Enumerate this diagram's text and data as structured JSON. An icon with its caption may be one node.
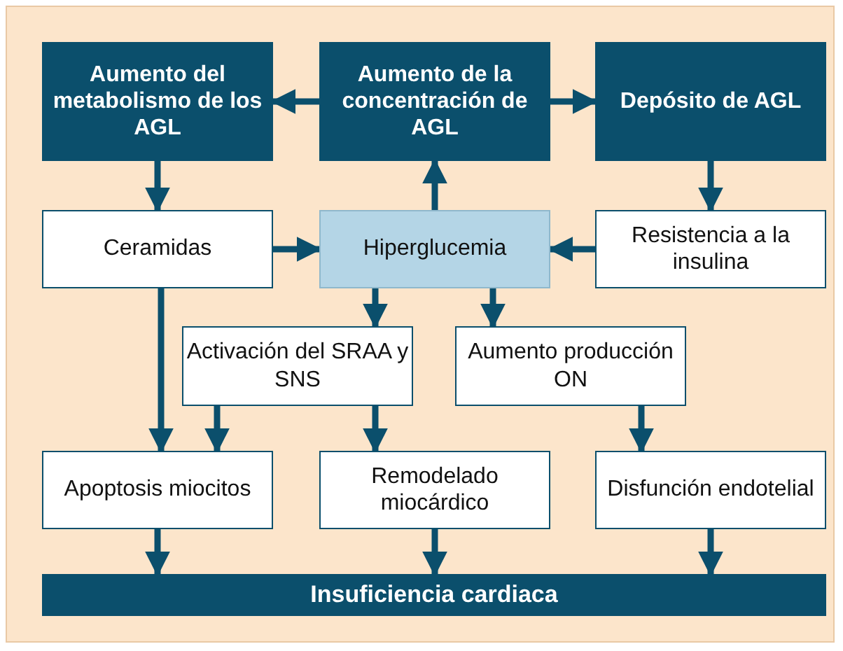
{
  "diagram": {
    "nodes": [
      {
        "text": [
          "Aumento del metabolismo de los AGL"
        ]
      },
      {
        "text": [
          "Aumento de la concentración de AGL"
        ]
      },
      {
        "text": [
          "Depósito de AGL"
        ]
      },
      {
        "text": [
          "Ceramidas"
        ]
      },
      {
        "text": [
          "Hiperglucemia"
        ]
      },
      {
        "text": [
          "Resistencia a la insulina"
        ]
      },
      {
        "text": [
          "Activación del SRAA y SNS"
        ]
      },
      {
        "text": [
          "Aumento producción ON"
        ]
      },
      {
        "text": [
          "Apoptosis miocitos"
        ]
      },
      {
        "text": [
          "Remodelado miocárdico"
        ]
      },
      {
        "text": [
          "Disfunción endotelial"
        ]
      },
      {
        "text": [
          "Insuficiencia cardiaca"
        ]
      }
    ],
    "edges": [
      {
        "from": 1,
        "to": 0,
        "arrow": "to"
      },
      {
        "from": 1,
        "to": 2,
        "arrow": "to"
      },
      {
        "from": 0,
        "to": 3,
        "arrow": "to"
      },
      {
        "from": 2,
        "to": 5,
        "arrow": "to"
      },
      {
        "from": 4,
        "to": 1,
        "arrow": "to"
      },
      {
        "from": 3,
        "to": 4,
        "arrow": "to"
      },
      {
        "from": 5,
        "to": 4,
        "arrow": "to"
      },
      {
        "from": 4,
        "to": 6,
        "arrow": "to"
      },
      {
        "from": 4,
        "to": 7,
        "arrow": "to"
      },
      {
        "from": 3,
        "to": 8,
        "arrow": "to"
      },
      {
        "from": 6,
        "to": 8,
        "arrow": "to"
      },
      {
        "from": 6,
        "to": 9,
        "arrow": "to"
      },
      {
        "from": 7,
        "to": 10,
        "arrow": "to"
      },
      {
        "from": 8,
        "to": 11,
        "arrow": "to"
      },
      {
        "from": 9,
        "to": 11,
        "arrow": "to"
      },
      {
        "from": 10,
        "to": 11,
        "arrow": "to"
      }
    ]
  }
}
